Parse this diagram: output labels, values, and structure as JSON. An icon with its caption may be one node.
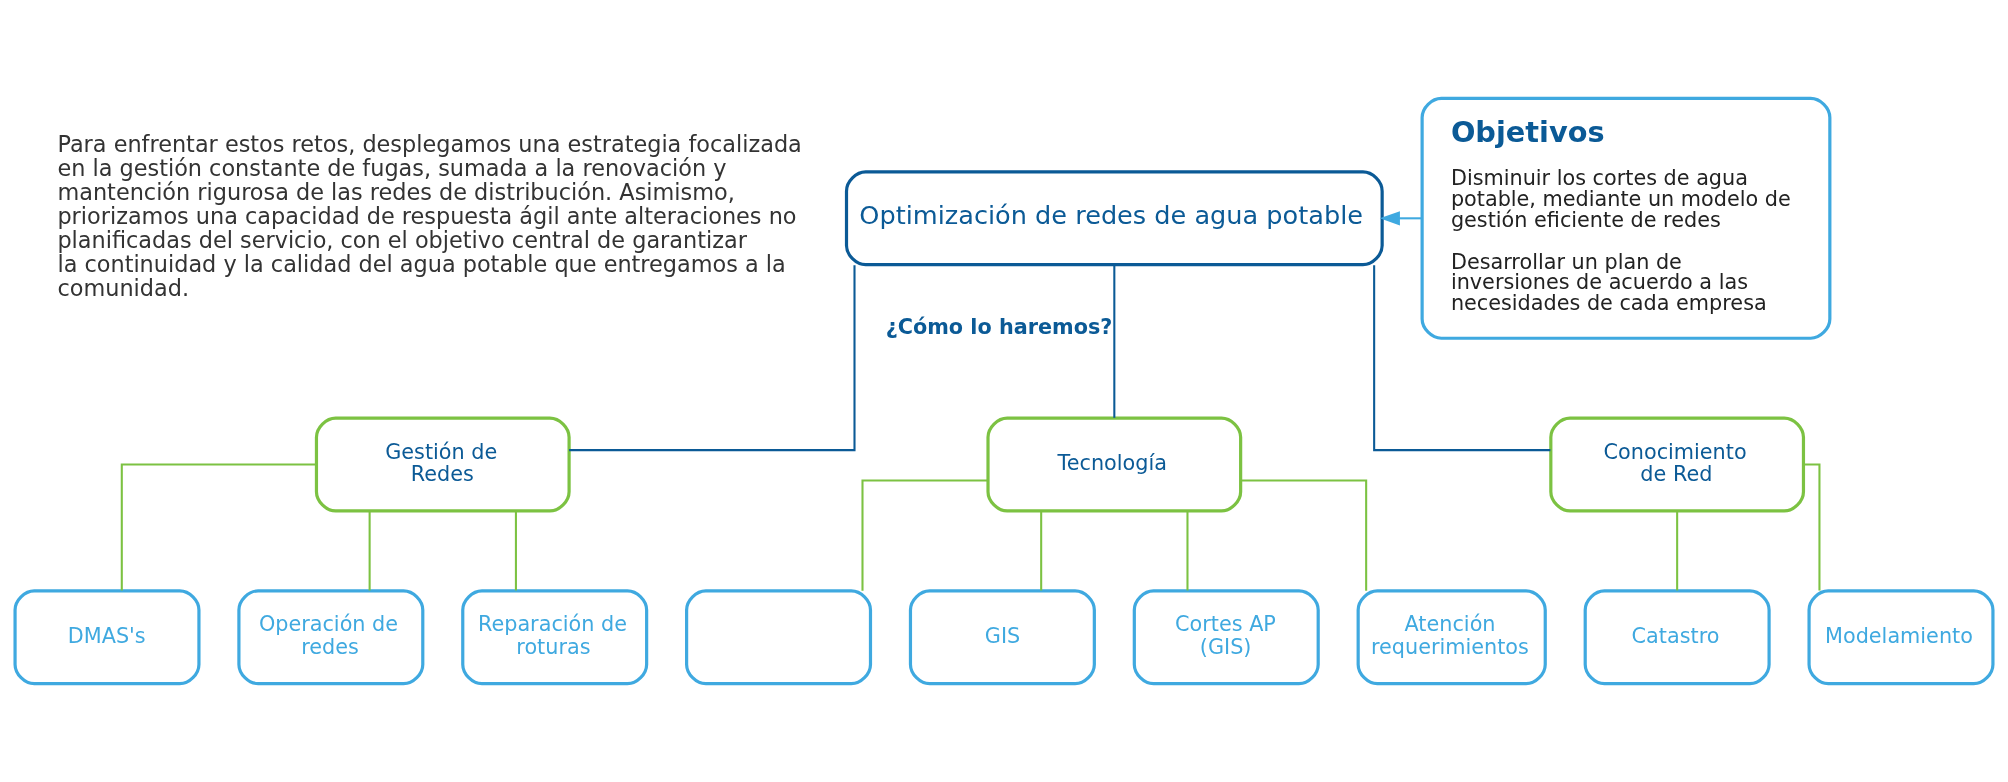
{
  "diagram": {
    "nodes": [
      {
        "text": [
          "Optimización de redes de agua potable"
        ]
      },
      {
        "text": [
          "Objetivos",
          "Disminuir los cortes de agua potable, mediante un modelo de gestión eficiente de redes",
          "Desarrollar un plan de inversiones de acuerdo a las necesidades de cada empresa"
        ]
      },
      {
        "text": [
          "Gestión de Redes"
        ]
      },
      {
        "text": [
          "Tecnología"
        ]
      },
      {
        "text": [
          "Conocimiento de Red"
        ]
      },
      {
        "text": [
          "DMAS's"
        ]
      },
      {
        "text": [
          "Operación de redes"
        ]
      },
      {
        "text": [
          "Reparación de roturas"
        ]
      },
      {
        "text": [],
        "shape": "box"
      },
      {
        "text": [
          "GIS"
        ]
      },
      {
        "text": [
          "Cortes AP (GIS)"
        ]
      },
      {
        "text": [
          "Atención requerimientos"
        ]
      },
      {
        "text": [
          "Catastro"
        ]
      },
      {
        "text": [
          "Modelamiento"
        ]
      }
    ],
    "edges": [
      {
        "from": 1,
        "to": 0,
        "arrow": "to",
        "color": "#3fa9e0"
      },
      {
        "from": 0,
        "to": 2,
        "arrow": "none",
        "color": "#0b5a96"
      },
      {
        "from": 0,
        "to": 3,
        "arrow": "none",
        "color": "#0b5a96",
        "label": "¿Cómo lo haremos?"
      },
      {
        "from": 0,
        "to": 4,
        "arrow": "none",
        "color": "#0b5a96"
      },
      {
        "from": 2,
        "to": 5,
        "arrow": "none"
      },
      {
        "from": 2,
        "to": 6,
        "arrow": "none"
      },
      {
        "from": 2,
        "to": 7,
        "arrow": "none"
      },
      {
        "from": 3,
        "to": 8,
        "arrow": "none"
      },
      {
        "from": 3,
        "to": 9,
        "arrow": "none"
      },
      {
        "from": 3,
        "to": 10,
        "arrow": "none"
      },
      {
        "from": 3,
        "to": 11,
        "arrow": "none"
      },
      {
        "from": 4,
        "to": 12,
        "arrow": "none"
      },
      {
        "from": 4,
        "to": 13,
        "arrow": "none"
      }
    ],
    "labels": [
      "Para enfrentar estos retos, desplegamos una estrategia focalizada en la gestión constante de fugas, sumada a la renovación y mantención rigurosa de las redes de distribución. Asimismo, priorizamos una capacidad de respuesta ágil ante alteraciones no planificadas del servicio, con el objetivo central de garantizar la continuidad y la calidad del agua potable que entregamos a la comunidad."
    ]
  }
}
